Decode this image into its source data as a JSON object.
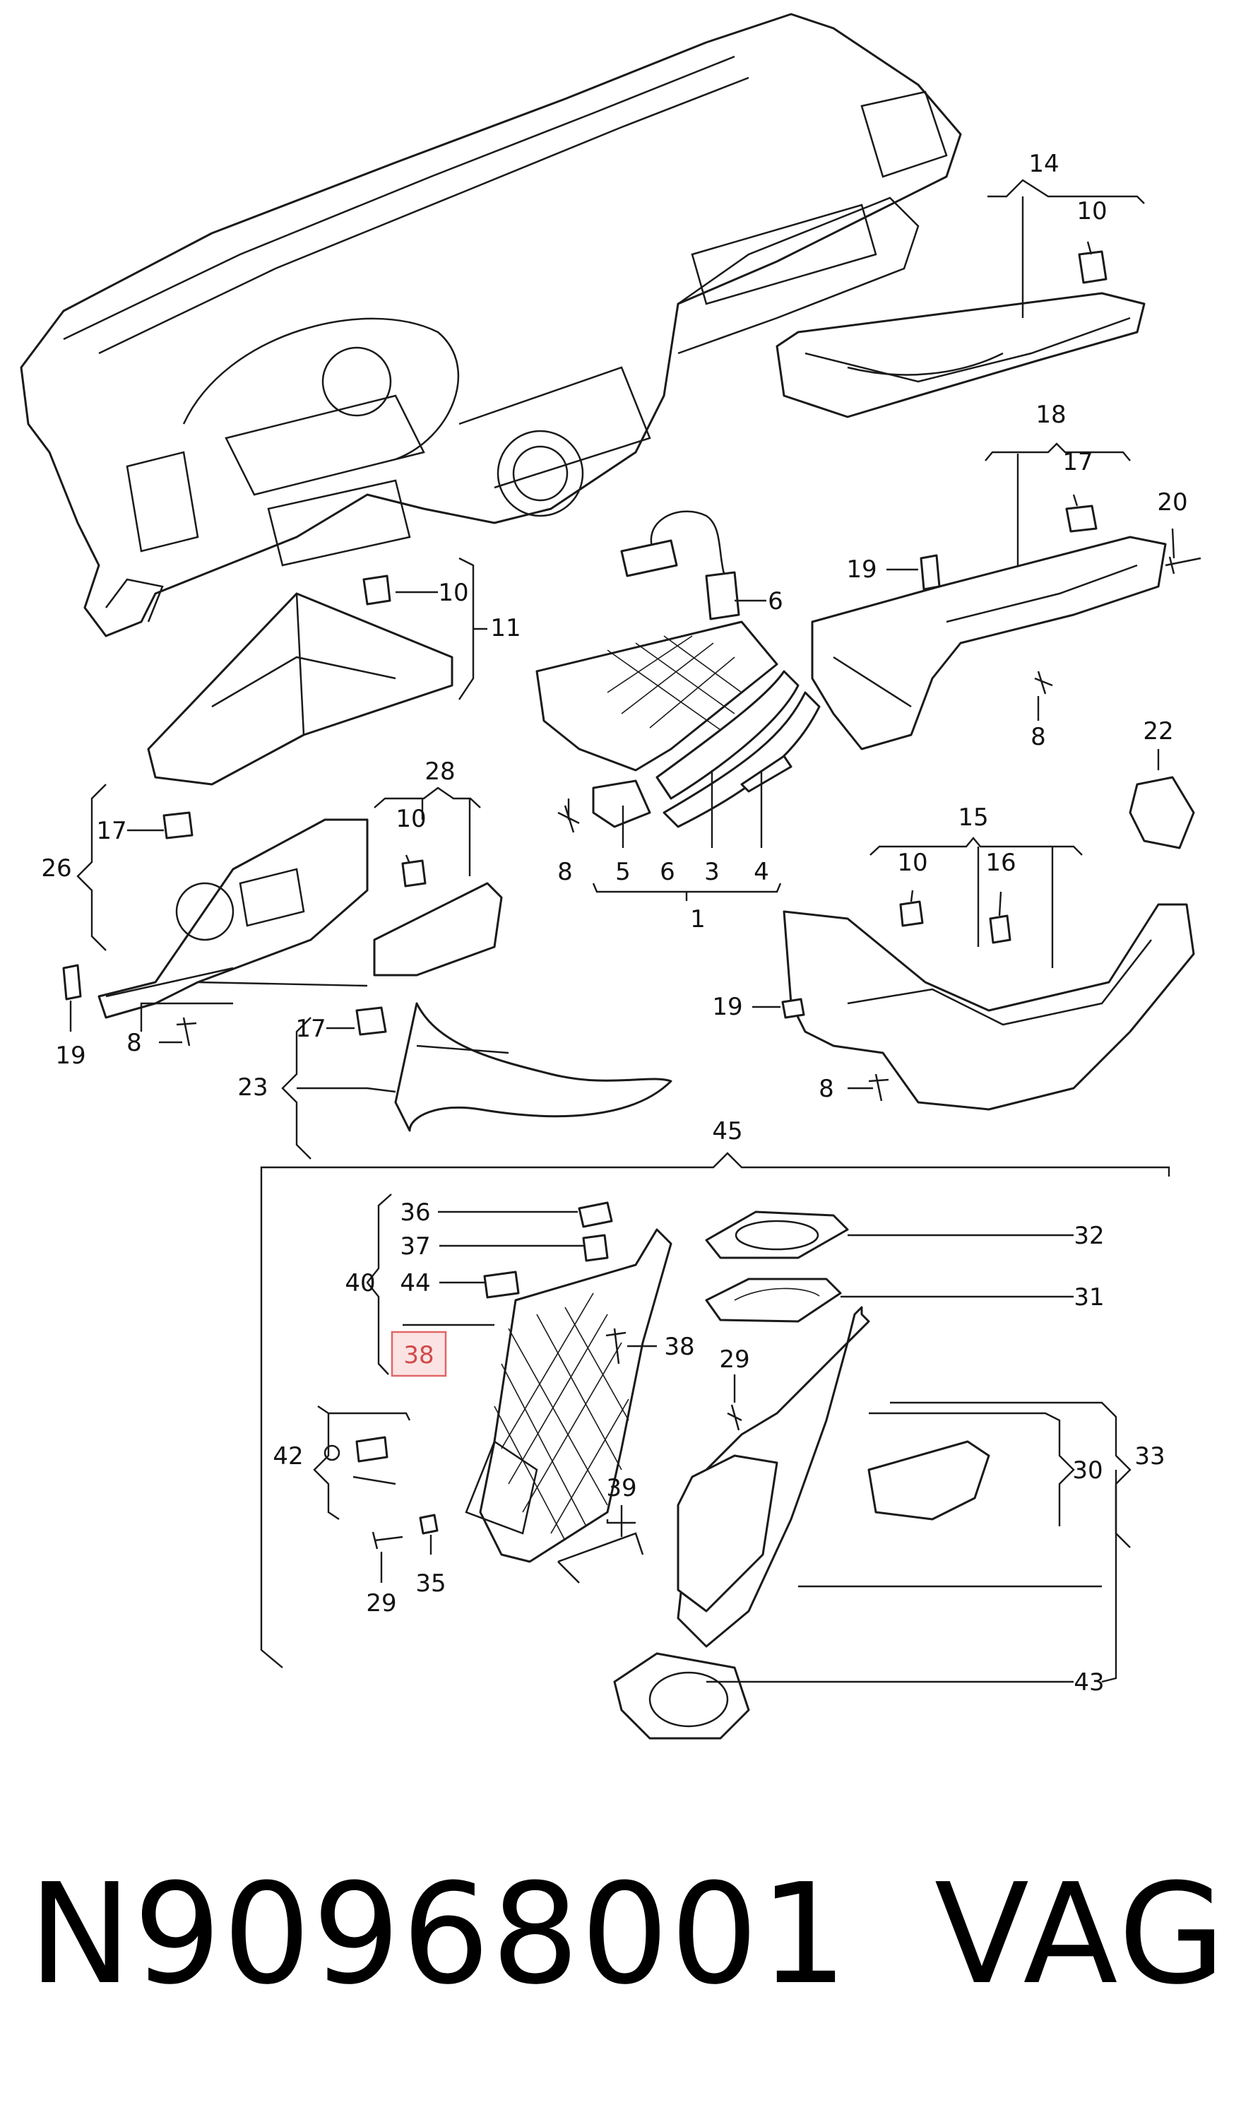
{
  "callouts": [
    "14",
    "10",
    "18",
    "17",
    "20",
    "19",
    "8",
    "6",
    "10",
    "11",
    "22",
    "28",
    "17",
    "26",
    "10",
    "8",
    "5",
    "6",
    "3",
    "4",
    "1",
    "15",
    "10",
    "16",
    "19",
    "17",
    "23",
    "19",
    "8",
    "8",
    "45",
    "36",
    "37",
    "40",
    "44",
    "38",
    "38",
    "32",
    "31",
    "29",
    "42",
    "30",
    "33",
    "39",
    "29",
    "35",
    "43"
  ],
  "highlighted_callout": "38",
  "footer": {
    "part_number": "N90968001",
    "brand": "VAG"
  },
  "colors": {
    "highlight_stroke": "#e06666",
    "highlight_fill": "#fbe3e3",
    "line": "#1a1a1a"
  }
}
